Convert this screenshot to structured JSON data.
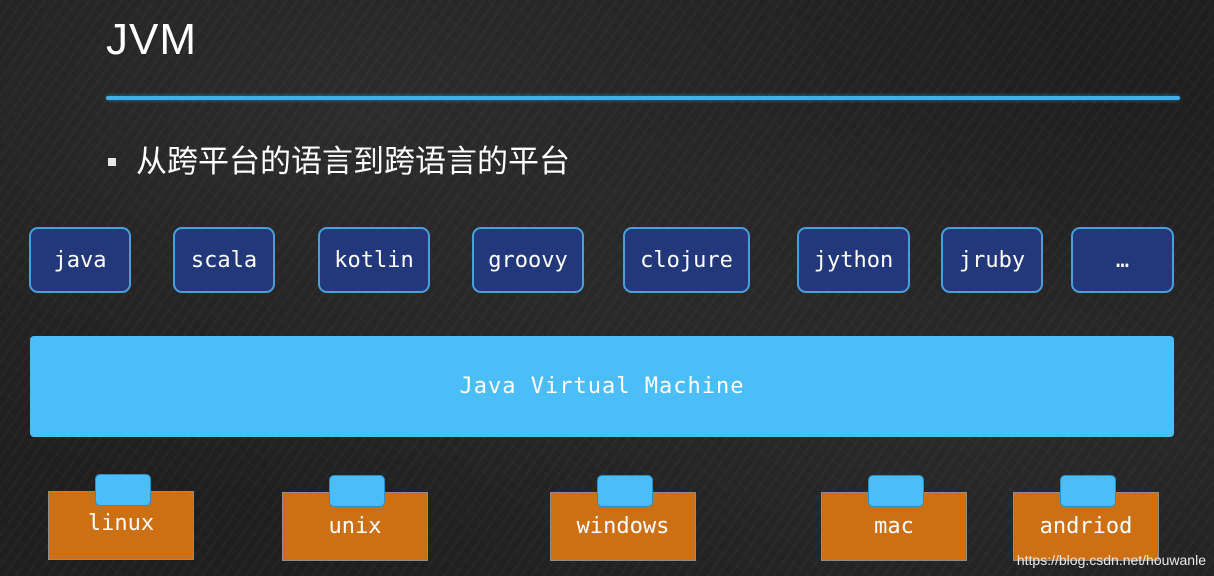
{
  "slide": {
    "title": "JVM",
    "bullet": "从跨平台的语言到跨语言的平台"
  },
  "languages": [
    "java",
    "scala",
    "kotlin",
    "groovy",
    "clojure",
    "jython",
    "jruby",
    "…"
  ],
  "jvm": {
    "label": "Java Virtual Machine"
  },
  "platforms": [
    "linux",
    "unix",
    "windows",
    "mac",
    "andriod"
  ],
  "watermark": "https://blog.csdn.net/houwanle",
  "colors": {
    "language_box": "#22387a",
    "language_border": "#4b9fd8",
    "jvm_bar": "#4bbdf8",
    "platform_box": "#cd6f13",
    "title_rule": "#3fb0ea",
    "background": "#1f1f1f"
  }
}
